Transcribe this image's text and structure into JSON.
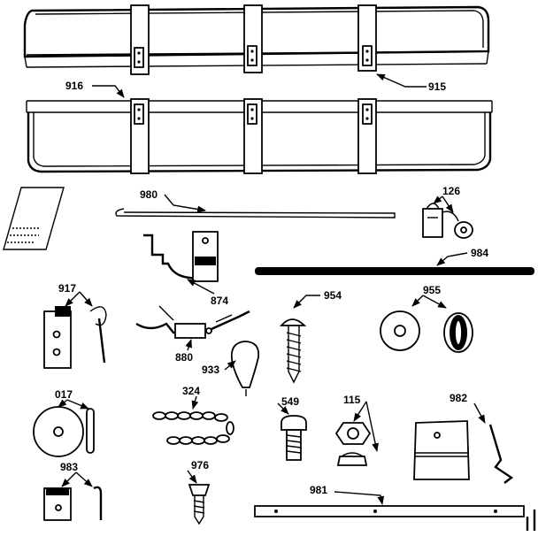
{
  "diagram": {
    "labels": {
      "p916": "916",
      "p915": "915",
      "p980": "980",
      "p126": "126",
      "p984": "984",
      "p874": "874",
      "p917": "917",
      "p954": "954",
      "p955": "955",
      "p880": "880",
      "p933": "933",
      "p017": "017",
      "p324": "324",
      "p549": "549",
      "p115": "115",
      "p982": "982",
      "p983": "983",
      "p976": "976",
      "p981": "981"
    }
  }
}
